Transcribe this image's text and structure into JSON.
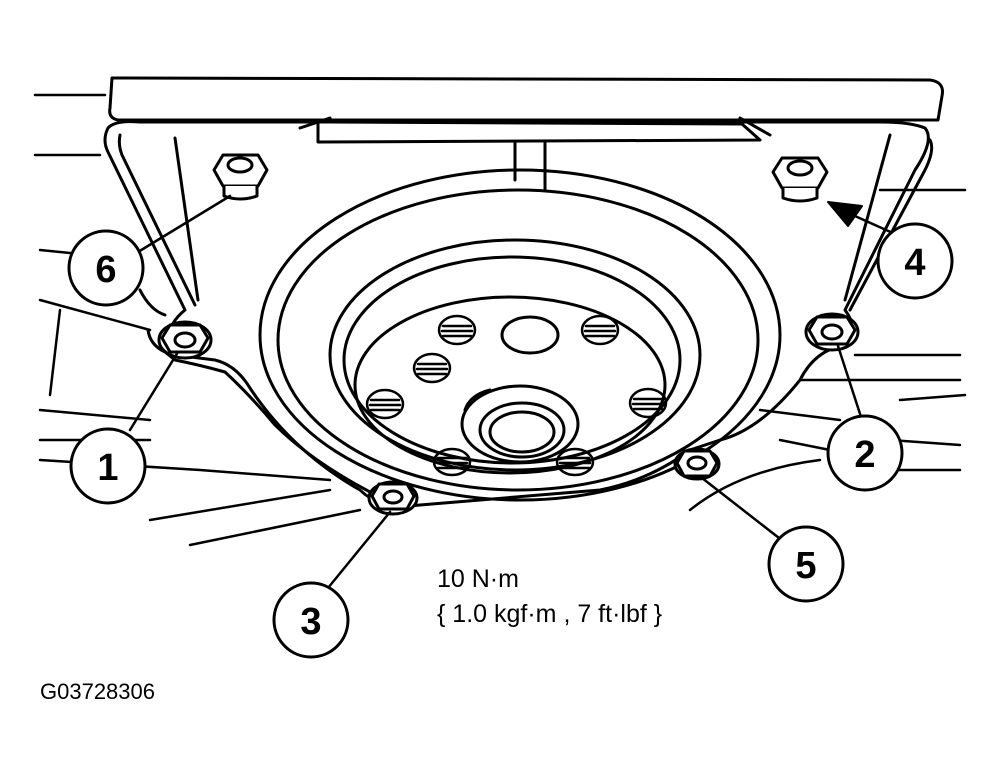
{
  "figure_id": "G03728306",
  "torque": {
    "line1": "10 N·m",
    "line2": "{ 1.0 kgf·m , 7 ft·lbf }"
  },
  "callouts": [
    {
      "id": "1",
      "label": "1"
    },
    {
      "id": "2",
      "label": "2"
    },
    {
      "id": "3",
      "label": "3"
    },
    {
      "id": "4",
      "label": "4"
    },
    {
      "id": "5",
      "label": "5"
    },
    {
      "id": "6",
      "label": "6"
    }
  ],
  "colors": {
    "ink": "#000000",
    "paper": "#ffffff"
  }
}
